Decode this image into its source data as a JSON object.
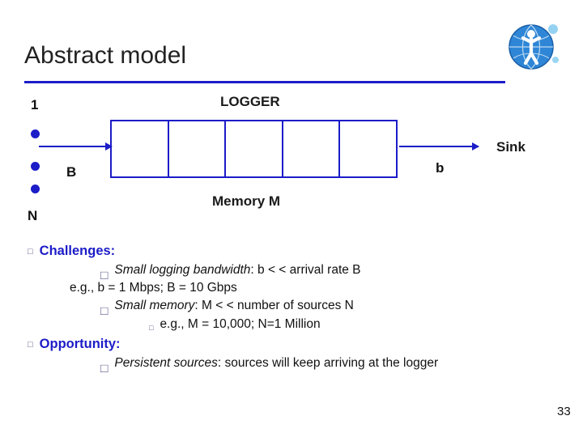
{
  "slide": {
    "title": "Abstract model",
    "page_number": "33",
    "accent_color": "#1c1cc8"
  },
  "logo": {
    "name": "globe-person-logo",
    "colors": [
      "#1f6fd0",
      "#2aa8e0",
      "#ffffff",
      "#d9dde0"
    ]
  },
  "diagram": {
    "logger_label": "LOGGER",
    "memory_label": "Memory M",
    "source_top_label": "1",
    "source_bottom_label": "N",
    "input_rate_label": "B",
    "output_rate_label": "b",
    "sink_label": "Sink",
    "queue_cells": 5
  },
  "bullets": [
    {
      "level": 1,
      "marker": "□",
      "text": "Challenges:"
    },
    {
      "level": 2,
      "marker": "□",
      "italic": "Small logging bandwidth",
      "rest": ": b < < arrival rate B"
    },
    {
      "level": 0,
      "marker": "",
      "text": "e.g., b = 1 Mbps; B = 10 Gbps"
    },
    {
      "level": 2,
      "marker": "□",
      "italic": "Small memory",
      "rest": ": M < <  number of sources N"
    },
    {
      "level": 3,
      "marker": "□",
      "text": "e.g., M = 10,000; N=1 Million"
    },
    {
      "level": 1,
      "marker": "□",
      "text": "Opportunity:"
    },
    {
      "level": 2,
      "marker": "□",
      "italic": "Persistent sources",
      "rest": ": sources will keep arriving at the logger"
    }
  ]
}
